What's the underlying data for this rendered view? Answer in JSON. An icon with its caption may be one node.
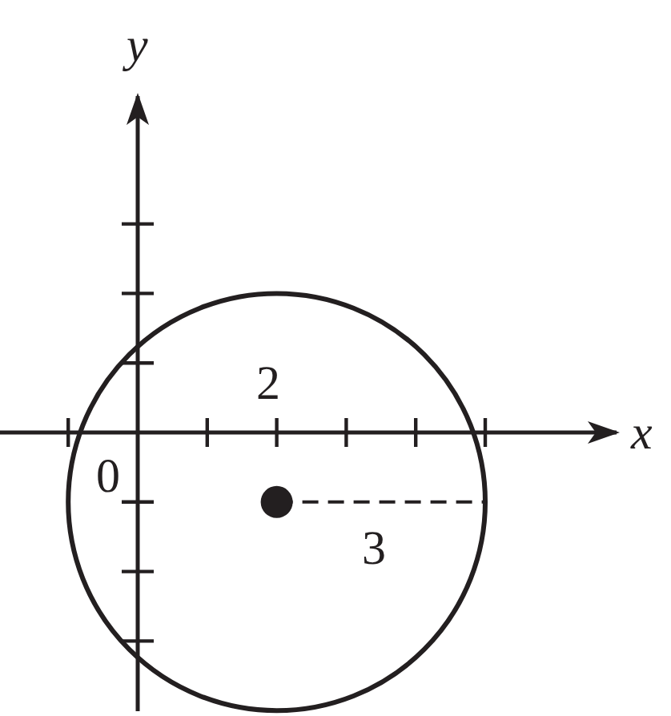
{
  "diagram": {
    "labels": [
      "y",
      "2",
      "x",
      "0",
      "3"
    ]
  }
}
